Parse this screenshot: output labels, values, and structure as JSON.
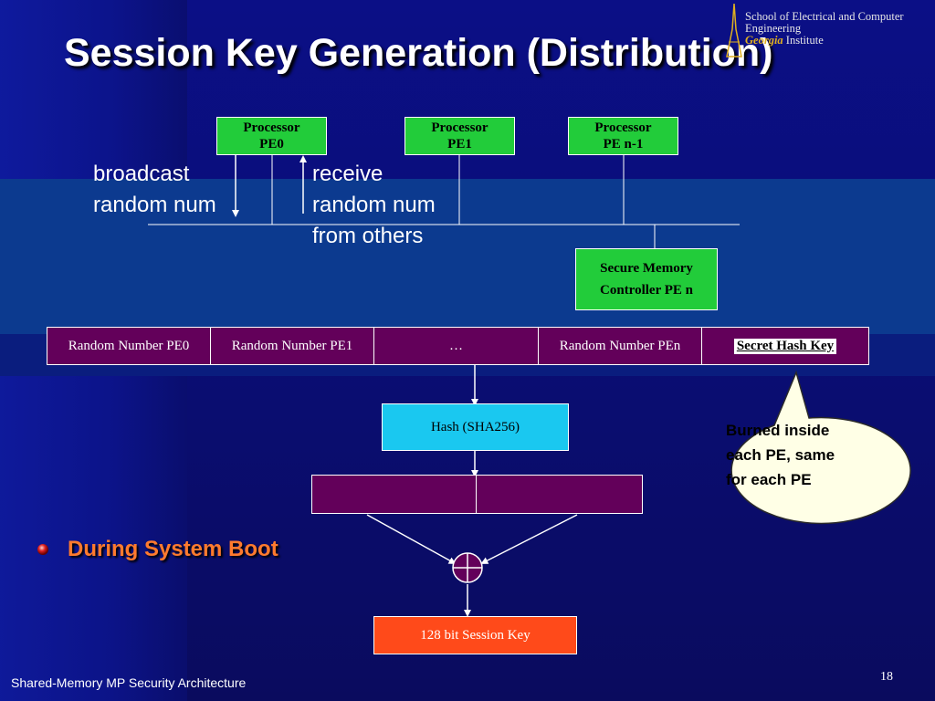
{
  "slide": {
    "title": "Session Key Generation (Distribution)",
    "logo": {
      "line1": "School of Electrical and Computer",
      "line2": "Engineering",
      "georgia": "Georgia",
      "institute": "Institute"
    },
    "footer": "Shared-Memory MP Security Architecture",
    "page_number": "18"
  },
  "processors": [
    {
      "line1": "Processor",
      "line2": "PE0"
    },
    {
      "line1": "Processor",
      "line2": "PE1"
    },
    {
      "line1": "Processor",
      "line2": "PE n-1"
    }
  ],
  "memory_controller": {
    "line1": "Secure Memory",
    "line2": "Controller PE n"
  },
  "labels": {
    "broadcast": [
      "broadcast",
      "random num"
    ],
    "receive": [
      "receive",
      "random num",
      "from others"
    ]
  },
  "input_row": [
    "Random Number PE0",
    "Random Number PE1",
    "…",
    "Random Number PEn",
    "Secret Hash Key"
  ],
  "hash_box": "Hash (SHA256)",
  "session_key": "128 bit Session Key",
  "callout": [
    "Burned inside",
    "each PE, same",
    "for each PE"
  ],
  "bullet": "During System Boot",
  "colors": {
    "processor": "#22cc3a",
    "cell": "#63005a",
    "hash": "#1ac8f0",
    "session": "#ff4a1a",
    "bullet_text": "#ff7a2e"
  }
}
